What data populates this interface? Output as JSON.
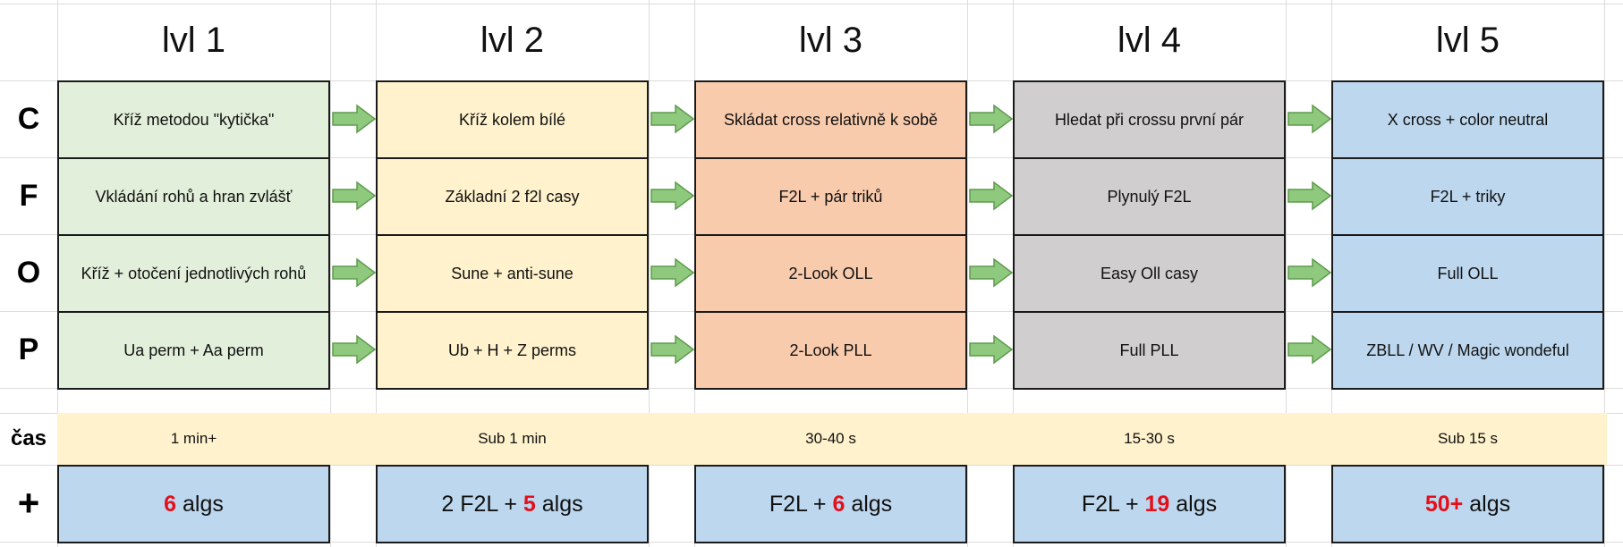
{
  "levels": [
    "lvl 1",
    "lvl 2",
    "lvl 3",
    "lvl 4",
    "lvl 5"
  ],
  "row_labels": {
    "c": "C",
    "f": "F",
    "o": "O",
    "p": "P",
    "time": "čas",
    "plus": "+"
  },
  "rows": {
    "c": [
      "Kříž metodou \"kytička\"",
      "Kříž kolem bílé",
      "Skládat cross relativně k sobě",
      "Hledat při crossu první pár",
      "X cross + color neutral"
    ],
    "f": [
      "Vkládání rohů a hran zvlášť",
      "Základní 2 f2l casy",
      "F2L + pár triků",
      "Plynulý F2L",
      "F2L + triky"
    ],
    "o": [
      "Kříž + otočení jednotlivých rohů",
      "Sune + anti-sune",
      "2-Look OLL",
      "Easy Oll casy",
      "Full OLL"
    ],
    "p": [
      "Ua perm + Aa perm",
      "Ub + H + Z perms",
      "2-Look PLL",
      "Full PLL",
      "ZBLL / WV / Magic wondeful"
    ]
  },
  "times": [
    "1 min+",
    "Sub 1 min",
    "30-40 s",
    "15-30 s",
    "Sub 15 s"
  ],
  "algs": [
    {
      "prefix": "",
      "number": "6",
      "suffix": " algs"
    },
    {
      "prefix": "2 F2L + ",
      "number": "5",
      "suffix": " algs"
    },
    {
      "prefix": "F2L + ",
      "number": "6",
      "suffix": " algs"
    },
    {
      "prefix": "F2L + ",
      "number": "19",
      "suffix": " algs"
    },
    {
      "prefix": "",
      "number": "50+",
      "suffix": " algs"
    }
  ],
  "colors": {
    "level_fills": [
      "#e2efda",
      "#fff2cc",
      "#f8cbad",
      "#d0cece",
      "#bdd7ee"
    ],
    "time_band": "#fff2cc",
    "algs_fill": "#bdd7ee",
    "highlight_number": "#e3101b",
    "arrow_fill": "#8fc97e",
    "arrow_stroke": "#5e9b4d"
  },
  "icons": {
    "progression_arrow": "right-arrow-icon"
  }
}
